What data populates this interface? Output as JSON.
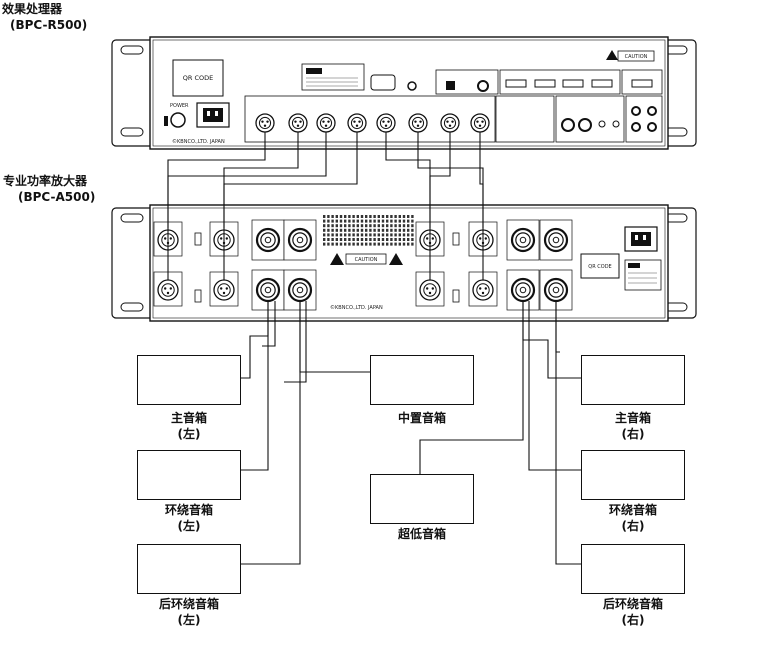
{
  "processor": {
    "name": "效果处理器",
    "model": "(BPC-R500)",
    "qr": "QR CODE",
    "power": "POWER",
    "company": "©KBNCO.,LTD. JAPAN",
    "caution": "CAUTION"
  },
  "amplifier": {
    "name": "专业功率放大器",
    "model": "(BPC-A500)",
    "qr": "QR CODE",
    "company": "©KBNCO.,LTD. JAPAN",
    "caution": "CAUTION"
  },
  "speakers": {
    "main_left": {
      "name": "主音箱",
      "side": "(左)"
    },
    "main_right": {
      "name": "主音箱",
      "side": "(右)"
    },
    "center": {
      "name": "中置音箱"
    },
    "surround_left": {
      "name": "环绕音箱",
      "side": "(左)"
    },
    "surround_right": {
      "name": "环绕音箱",
      "side": "(右)"
    },
    "subwoofer": {
      "name": "超低音箱"
    },
    "rear_left": {
      "name": "后环绕音箱",
      "side": "(左)"
    },
    "rear_right": {
      "name": "后环绕音箱",
      "side": "(右)"
    }
  }
}
